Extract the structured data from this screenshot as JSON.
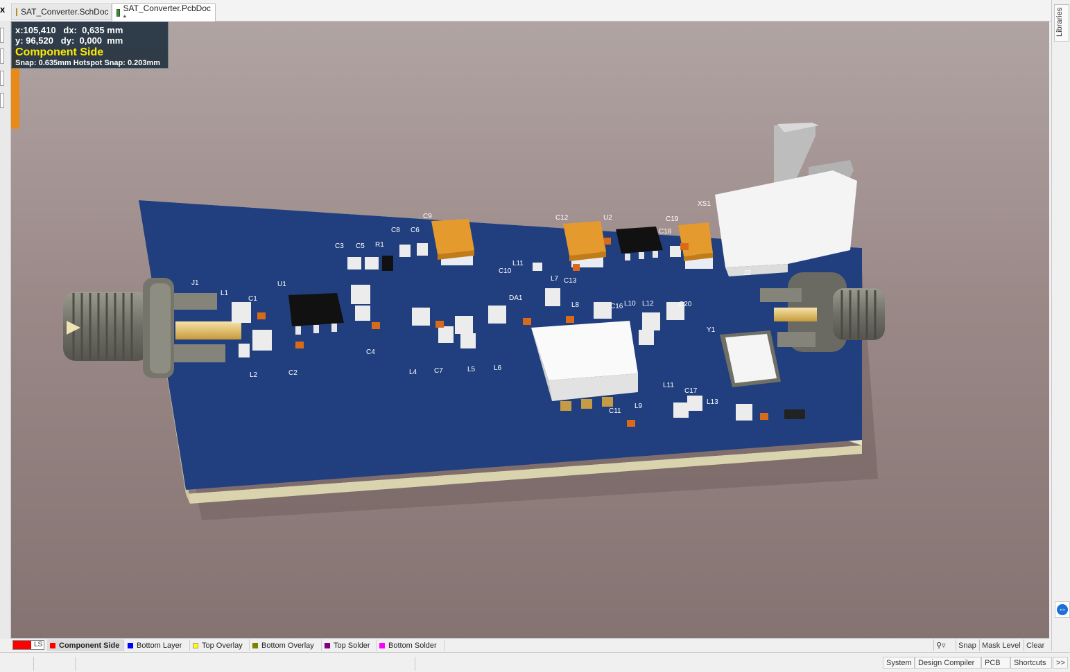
{
  "tabs": [
    {
      "label": "SAT_Converter.SchDoc",
      "icon": "schematic-doc-icon"
    },
    {
      "label": "SAT_Converter.PcbDoc *",
      "icon": "pcb-doc-icon"
    }
  ],
  "close_glyph": "x",
  "hud": {
    "line1": "x:105,410   dx:  0,635 mm",
    "line2": "y: 96,520   dy:  0,000  mm",
    "layer": "Component Side",
    "snap": "Snap: 0.635mm Hotspot Snap: 0.203mm"
  },
  "right_panel": {
    "libraries_label": "Libraries"
  },
  "layer_bar": {
    "ls_label": "LS",
    "layers": [
      {
        "name": "Component Side",
        "color": "#ff0000",
        "active": true
      },
      {
        "name": "Bottom Layer",
        "color": "#0000ff",
        "active": false
      },
      {
        "name": "Top Overlay",
        "color": "#ffff00",
        "active": false
      },
      {
        "name": "Bottom Overlay",
        "color": "#808000",
        "active": false
      },
      {
        "name": "Top Solder",
        "color": "#800080",
        "active": false
      },
      {
        "name": "Bottom Solder",
        "color": "#ff00ff",
        "active": false
      }
    ],
    "snap": "Snap",
    "mask_level": "Mask Level",
    "clear": "Clear"
  },
  "status_bar": {
    "buttons": [
      "System",
      "Design Compiler",
      "PCB",
      "Shortcuts",
      ">>"
    ]
  },
  "board": {
    "designators": [
      "J1",
      "L1",
      "C1",
      "U1",
      "L2",
      "C2",
      "C3",
      "C5",
      "R1",
      "C8",
      "C6",
      "C9",
      "C4",
      "L4",
      "C7",
      "L5",
      "L6",
      "DA1",
      "C10",
      "L11",
      "L7",
      "C13",
      "C12",
      "U2",
      "C19",
      "C18",
      "L8",
      "C16",
      "L10",
      "L12",
      "C20",
      "Y1",
      "J2",
      "L9",
      "L11",
      "C17",
      "L13",
      "C11",
      "XS1"
    ]
  }
}
